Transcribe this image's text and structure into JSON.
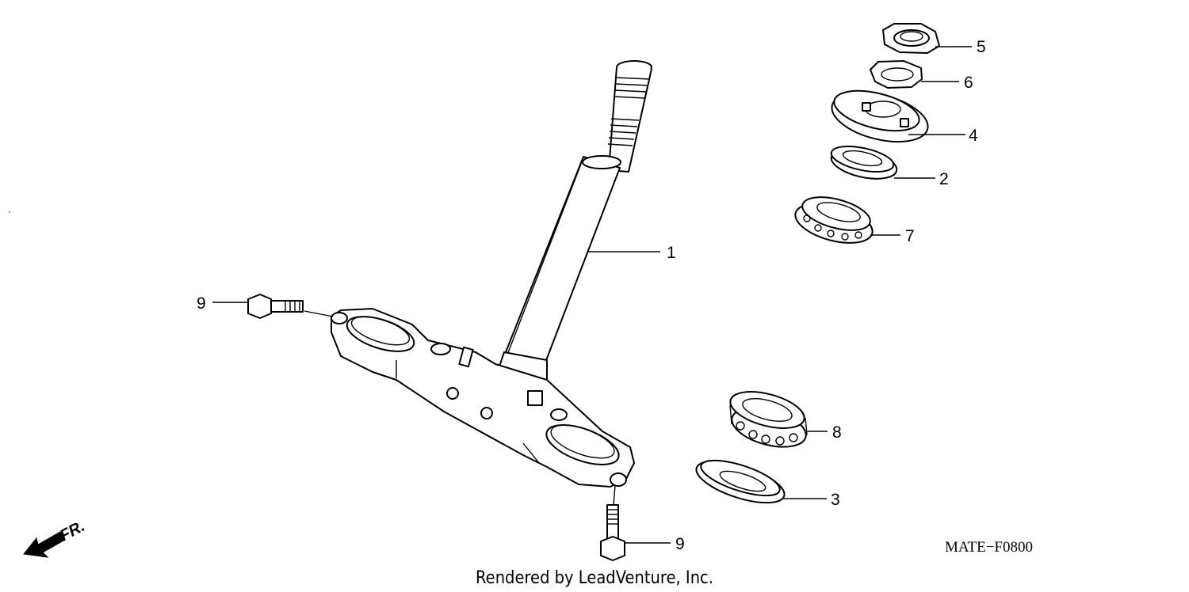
{
  "diagram": {
    "callouts": [
      {
        "id": "stem",
        "number": "1"
      },
      {
        "id": "dust-seal",
        "number": "2"
      },
      {
        "id": "lower-dust-seal",
        "number": "3"
      },
      {
        "id": "adjust-nut",
        "number": "4"
      },
      {
        "id": "lock-nut",
        "number": "5"
      },
      {
        "id": "lock-washer",
        "number": "6"
      },
      {
        "id": "upper-bearing",
        "number": "7"
      },
      {
        "id": "lower-bearing",
        "number": "8"
      },
      {
        "id": "bolt-left",
        "number": "9"
      },
      {
        "id": "bolt-bottom",
        "number": "9"
      }
    ],
    "direction_label": "FR.",
    "diagram_code": "MATE−F0800",
    "credit": "Rendered by LeadVenture, Inc."
  }
}
